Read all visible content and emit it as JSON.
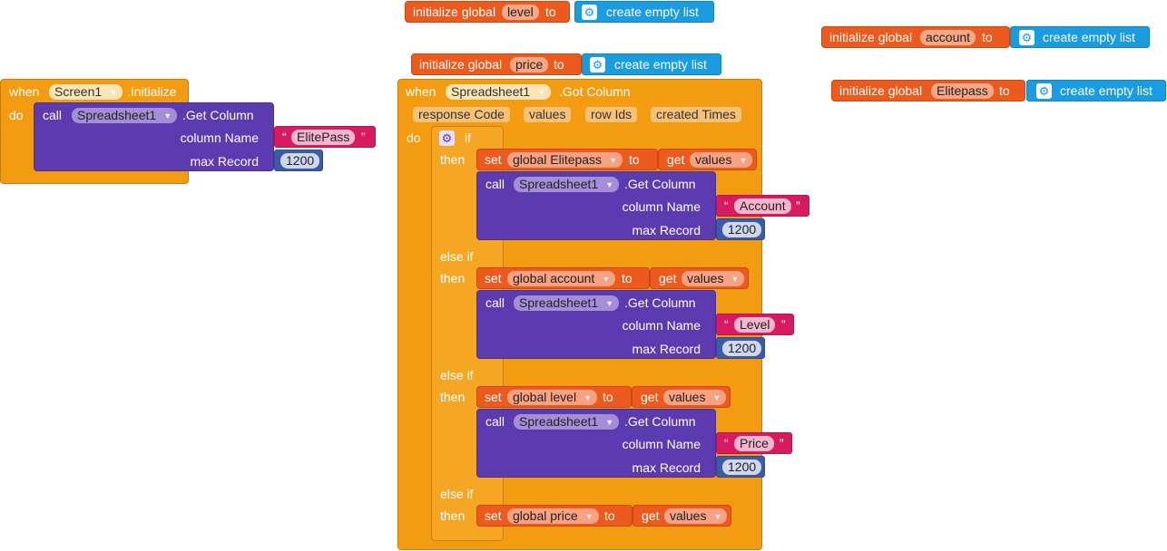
{
  "init_globals": [
    {
      "label": "initialize global",
      "name": "level",
      "to": "to",
      "value": "create empty list"
    },
    {
      "label": "initialize global",
      "name": "account",
      "to": "to",
      "value": "create empty list"
    },
    {
      "label": "initialize global",
      "name": "price",
      "to": "to",
      "value": "create empty list"
    },
    {
      "label": "initialize global",
      "name": "Elitepass",
      "to": "to",
      "value": "create empty list"
    }
  ],
  "screen_init": {
    "when": "when",
    "component": "Screen1",
    "event": ".Initialize",
    "do": "do",
    "call": "call",
    "call_component": "Spreadsheet1",
    "method": ".Get Column",
    "column_label": "column Name",
    "column_value": "ElitePass",
    "max_label": "max Record",
    "max_value": "1200"
  },
  "got_column": {
    "when": "when",
    "component": "Spreadsheet1",
    "event": ".Got Column",
    "params": [
      "response Code",
      "values",
      "row Ids",
      "created Times"
    ],
    "do": "do",
    "if": "if",
    "then": "then",
    "else_if": "else if",
    "branches": [
      {
        "set": "set",
        "var": "global Elitepass",
        "to": "to",
        "get": "get",
        "get_var": "values",
        "call": "call",
        "call_component": "Spreadsheet1",
        "method": ".Get Column",
        "column_label": "column Name",
        "column_value": "Account",
        "max_label": "max Record",
        "max_value": "1200"
      },
      {
        "set": "set",
        "var": "global account",
        "to": "to",
        "get": "get",
        "get_var": "values",
        "call": "call",
        "call_component": "Spreadsheet1",
        "method": ".Get Column",
        "column_label": "column Name",
        "column_value": "Level",
        "max_label": "max Record",
        "max_value": "1200"
      },
      {
        "set": "set",
        "var": "global level",
        "to": "to",
        "get": "get",
        "get_var": "values",
        "call": "call",
        "call_component": "Spreadsheet1",
        "method": ".Get Column",
        "column_label": "column Name",
        "column_value": "Price",
        "max_label": "max Record",
        "max_value": "1200"
      },
      {
        "set": "set",
        "var": "global price",
        "to": "to",
        "get": "get",
        "get_var": "values"
      }
    ]
  },
  "quote_open": "“",
  "quote_close": "”",
  "dropdown_arrow": "▼",
  "icon_gear": "⚙",
  "colors": {
    "event": "#f39c12",
    "procedure": "#5c3bb0",
    "variable": "#ec5a1d",
    "list": "#1a9ce0",
    "text": "#d81b60",
    "math": "#3b5ba9"
  }
}
